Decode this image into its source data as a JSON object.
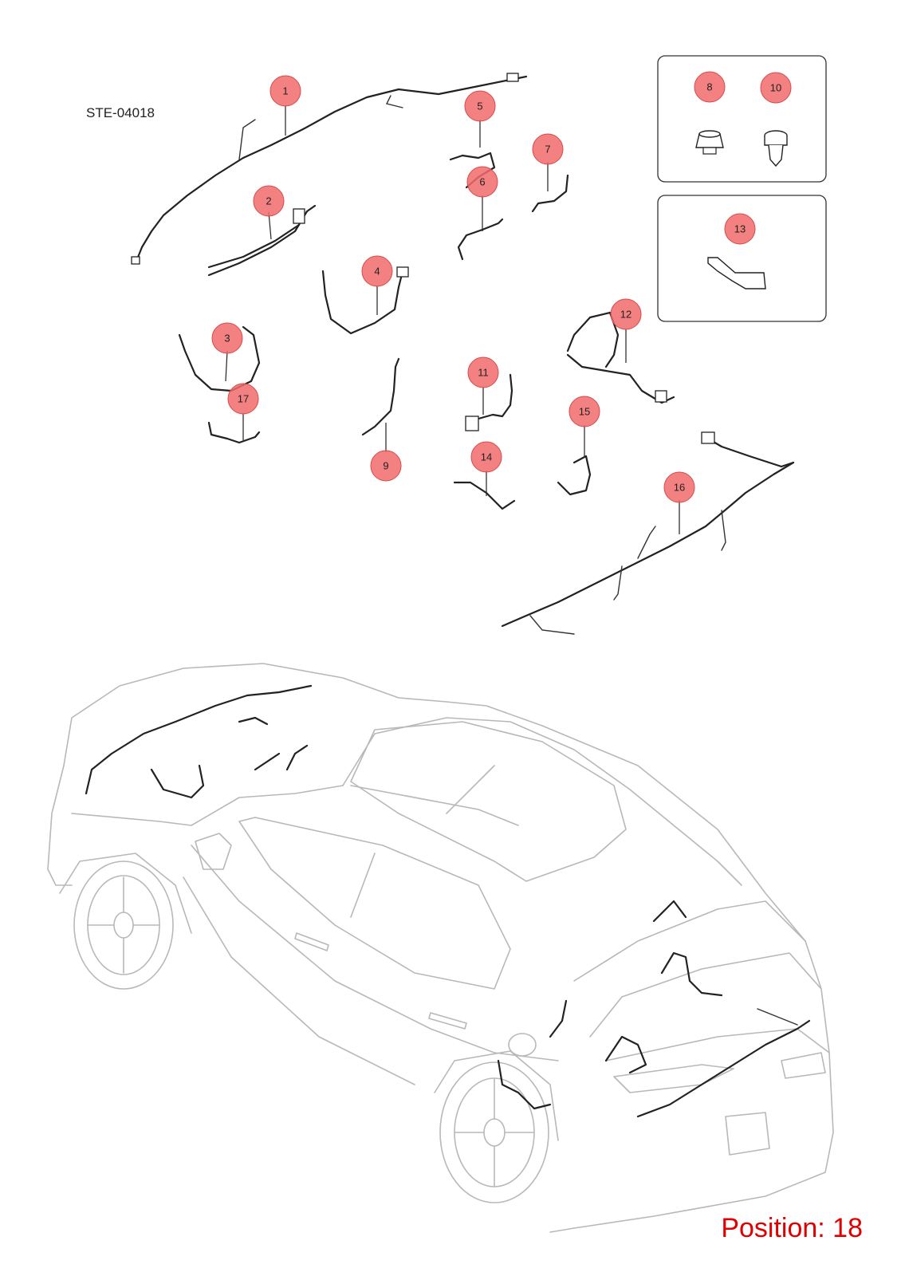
{
  "doc_id": "STE-04018",
  "position_label": "Position: 18",
  "colors": {
    "callout": "#f26b6b",
    "position_text": "#e00000"
  },
  "callouts": [
    {
      "id": "c1",
      "label": "1"
    },
    {
      "id": "c2",
      "label": "2"
    },
    {
      "id": "c3",
      "label": "3"
    },
    {
      "id": "c4",
      "label": "4"
    },
    {
      "id": "c5",
      "label": "5"
    },
    {
      "id": "c6",
      "label": "6"
    },
    {
      "id": "c7",
      "label": "7"
    },
    {
      "id": "c8",
      "label": "8"
    },
    {
      "id": "c9",
      "label": "9"
    },
    {
      "id": "c10",
      "label": "10"
    },
    {
      "id": "c11",
      "label": "11"
    },
    {
      "id": "c12",
      "label": "12"
    },
    {
      "id": "c13",
      "label": "13"
    },
    {
      "id": "c14",
      "label": "14"
    },
    {
      "id": "c15",
      "label": "15"
    },
    {
      "id": "c16",
      "label": "16"
    },
    {
      "id": "c17",
      "label": "17"
    }
  ]
}
